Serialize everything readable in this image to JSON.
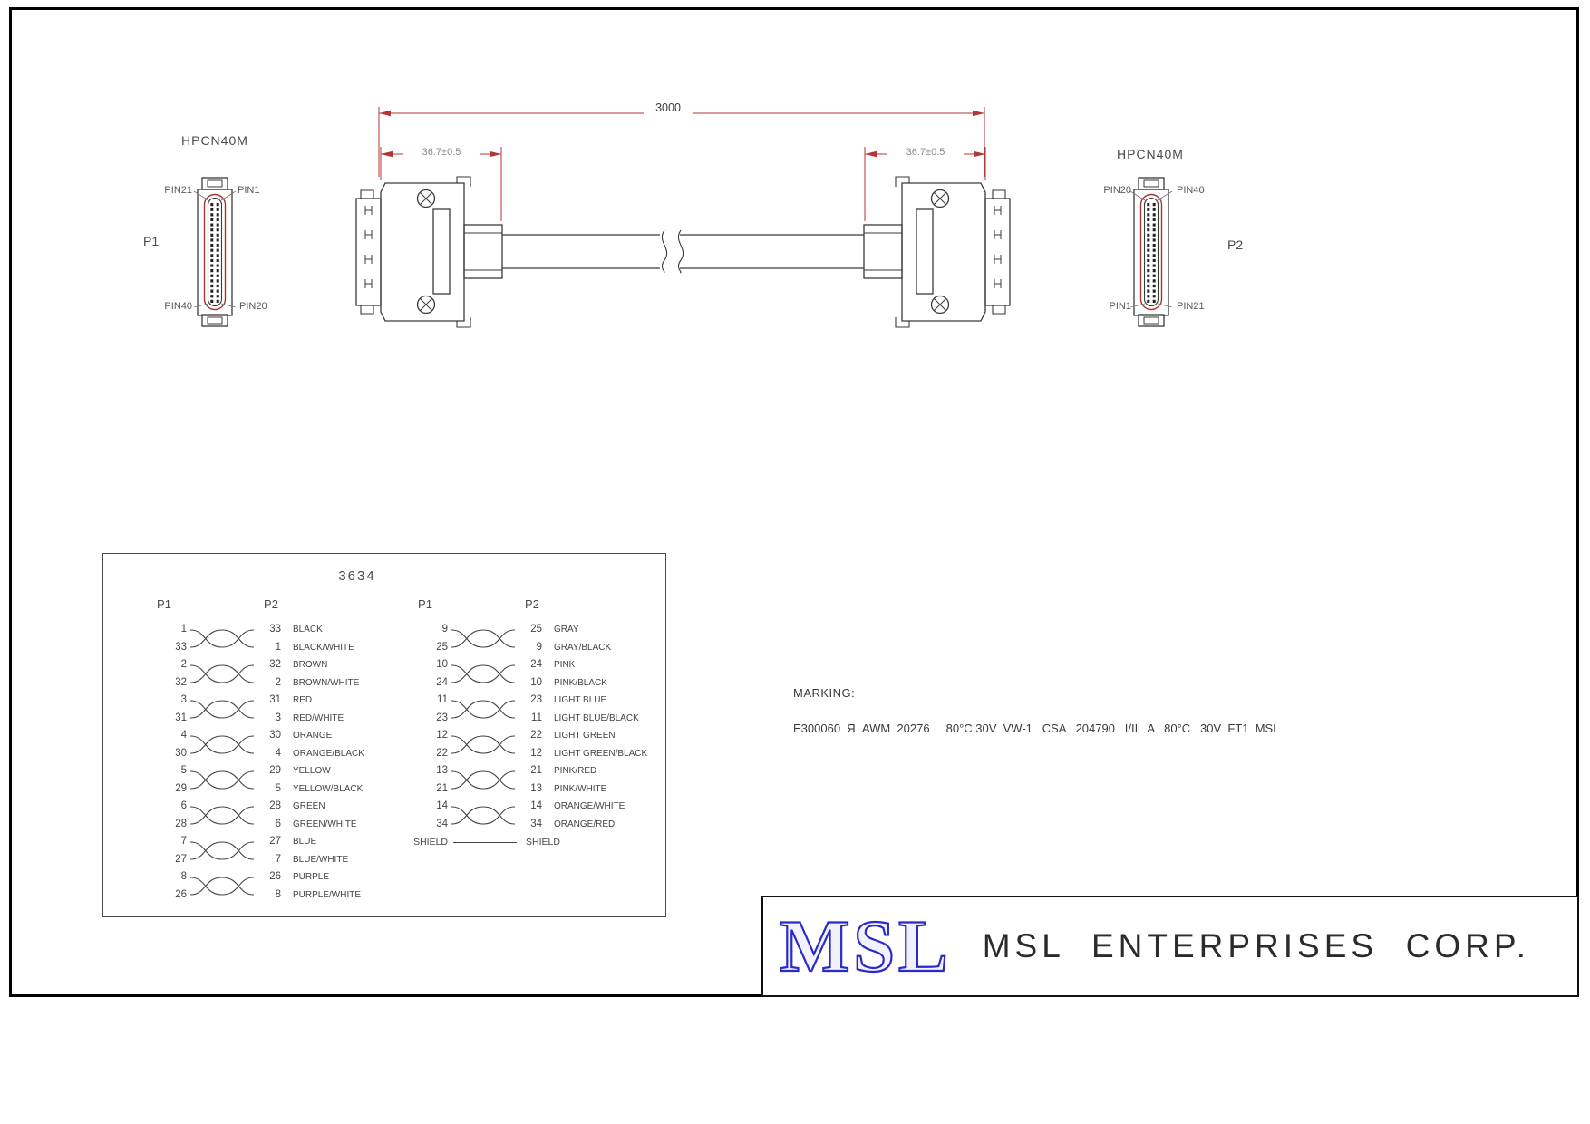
{
  "connectors": {
    "left": {
      "type_label": "HPCN40M",
      "ref": "P1",
      "pin_top_left": "PIN21",
      "pin_top_right": "PIN1",
      "pin_bottom_left": "PIN40",
      "pin_bottom_right": "PIN20"
    },
    "right": {
      "type_label": "HPCN40M",
      "ref": "P2",
      "pin_top_left": "PIN20",
      "pin_top_right": "PIN40",
      "pin_bottom_left": "PIN1",
      "pin_bottom_right": "PIN21"
    }
  },
  "dimensions": {
    "overall_length": "3000",
    "left_hood": "36.7±0.5",
    "right_hood": "36.7±0.5"
  },
  "wiring_table": {
    "title": "3634",
    "groups": [
      {
        "p1_header": "P1",
        "p2_header": "P2",
        "pairs": [
          {
            "wires": [
              {
                "p1": "1",
                "p2": "33",
                "color": "BLACK"
              },
              {
                "p1": "33",
                "p2": "1",
                "color": "BLACK/WHITE"
              }
            ]
          },
          {
            "wires": [
              {
                "p1": "2",
                "p2": "32",
                "color": "BROWN"
              },
              {
                "p1": "32",
                "p2": "2",
                "color": "BROWN/WHITE"
              }
            ]
          },
          {
            "wires": [
              {
                "p1": "3",
                "p2": "31",
                "color": "RED"
              },
              {
                "p1": "31",
                "p2": "3",
                "color": "RED/WHITE"
              }
            ]
          },
          {
            "wires": [
              {
                "p1": "4",
                "p2": "30",
                "color": "ORANGE"
              },
              {
                "p1": "30",
                "p2": "4",
                "color": "ORANGE/BLACK"
              }
            ]
          },
          {
            "wires": [
              {
                "p1": "5",
                "p2": "29",
                "color": "YELLOW"
              },
              {
                "p1": "29",
                "p2": "5",
                "color": "YELLOW/BLACK"
              }
            ]
          },
          {
            "wires": [
              {
                "p1": "6",
                "p2": "28",
                "color": "GREEN"
              },
              {
                "p1": "28",
                "p2": "6",
                "color": "GREEN/WHITE"
              }
            ]
          },
          {
            "wires": [
              {
                "p1": "7",
                "p2": "27",
                "color": "BLUE"
              },
              {
                "p1": "27",
                "p2": "7",
                "color": "BLUE/WHITE"
              }
            ]
          },
          {
            "wires": [
              {
                "p1": "8",
                "p2": "26",
                "color": "PURPLE"
              },
              {
                "p1": "26",
                "p2": "8",
                "color": "PURPLE/WHITE"
              }
            ]
          }
        ]
      },
      {
        "p1_header": "P1",
        "p2_header": "P2",
        "pairs": [
          {
            "wires": [
              {
                "p1": "9",
                "p2": "25",
                "color": "GRAY"
              },
              {
                "p1": "25",
                "p2": "9",
                "color": "GRAY/BLACK"
              }
            ]
          },
          {
            "wires": [
              {
                "p1": "10",
                "p2": "24",
                "color": "PINK"
              },
              {
                "p1": "24",
                "p2": "10",
                "color": "PINK/BLACK"
              }
            ]
          },
          {
            "wires": [
              {
                "p1": "11",
                "p2": "23",
                "color": "LIGHT BLUE"
              },
              {
                "p1": "23",
                "p2": "11",
                "color": "LIGHT BLUE/BLACK"
              }
            ]
          },
          {
            "wires": [
              {
                "p1": "12",
                "p2": "22",
                "color": "LIGHT GREEN"
              },
              {
                "p1": "22",
                "p2": "12",
                "color": "LIGHT GREEN/BLACK"
              }
            ]
          },
          {
            "wires": [
              {
                "p1": "13",
                "p2": "21",
                "color": "PINK/RED"
              },
              {
                "p1": "21",
                "p2": "13",
                "color": "PINK/WHITE"
              }
            ]
          },
          {
            "wires": [
              {
                "p1": "14",
                "p2": "14",
                "color": "ORANGE/WHITE"
              },
              {
                "p1": "34",
                "p2": "34",
                "color": "ORANGE/RED"
              }
            ]
          }
        ],
        "shield": {
          "p1": "SHIELD",
          "p2": "SHIELD"
        }
      }
    ]
  },
  "marking": {
    "label": "MARKING:",
    "line": "E300060  Я  AWM  20276     80°C 30V  VW-1   CSA   204790   I/II   A   80°C   30V  FT1  MSL"
  },
  "title_block": {
    "logo": "MSL",
    "company": "MSL  ENTERPRISES  CORP."
  }
}
